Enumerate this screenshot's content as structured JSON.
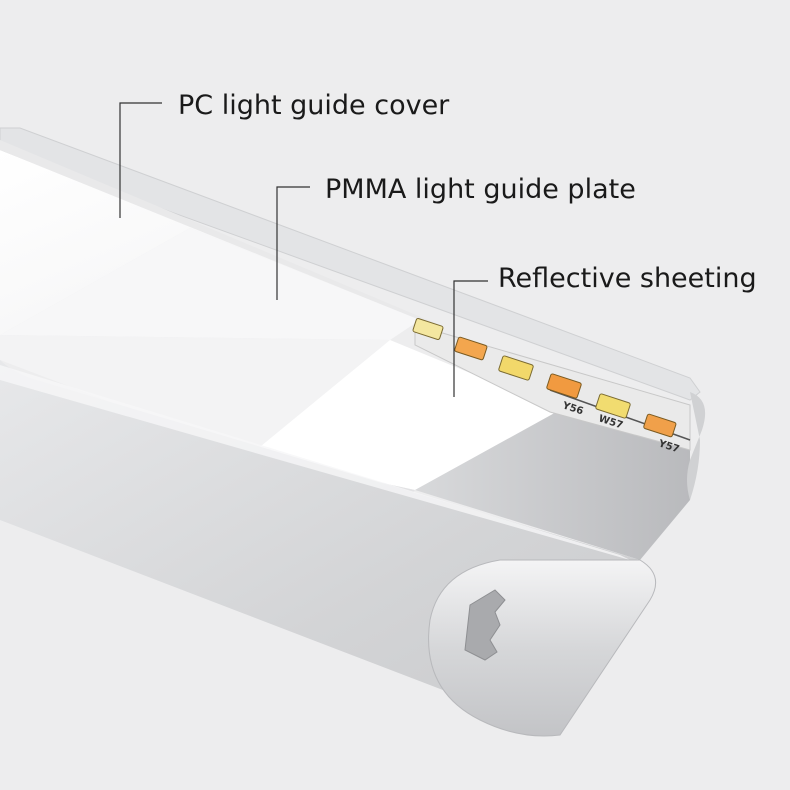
{
  "labels": {
    "pc_cover": "PC light guide cover",
    "pmma_plate": "PMMA light guide plate",
    "reflective": "Reflective sheeting"
  },
  "pcb_marks": [
    "Y56",
    "W57",
    "Y57"
  ],
  "colors": {
    "background": "#ededee",
    "led_warm": "#f0a24a",
    "led_cool": "#f2e08a",
    "aluminum": "#d9dadc",
    "leader_line": "#333333"
  }
}
